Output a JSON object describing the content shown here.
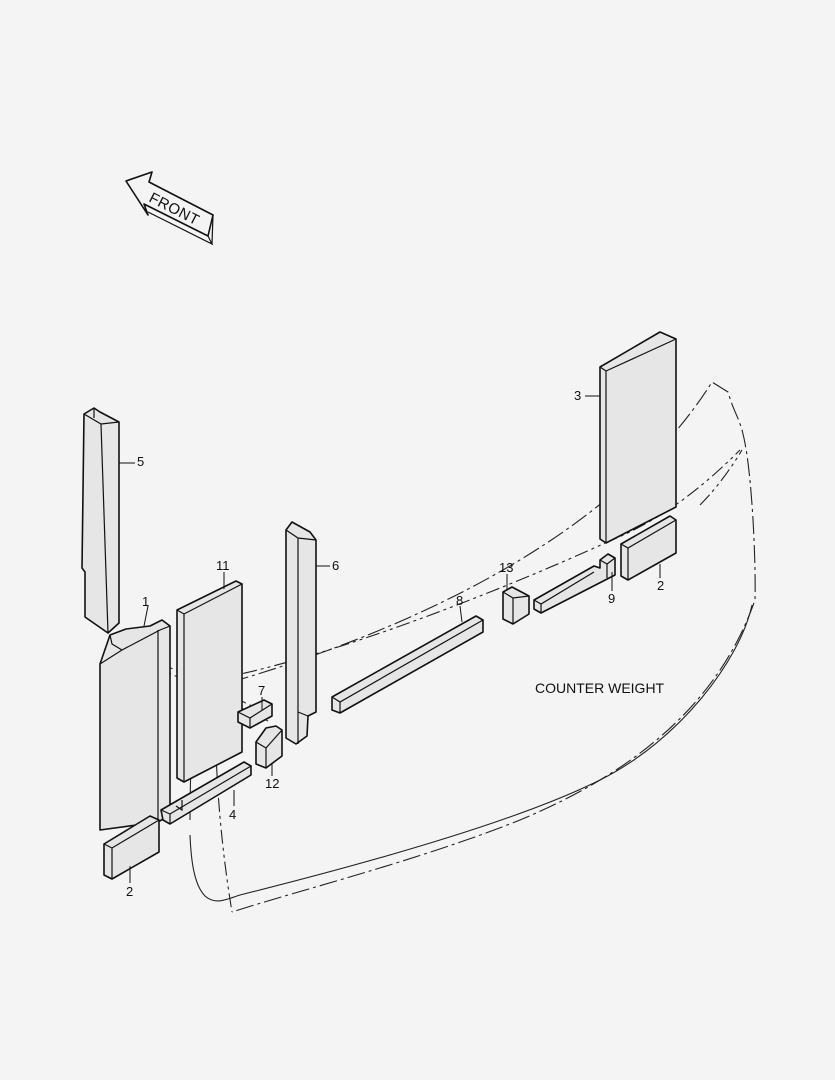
{
  "diagram": {
    "direction_label": "FRONT",
    "assembly_label": "COUNTER WEIGHT",
    "callouts": {
      "c1": "1",
      "c2a": "2",
      "c2b": "2",
      "c3": "3",
      "c4": "4",
      "c5": "5",
      "c6": "6",
      "c7": "7",
      "c8": "8",
      "c9": "9",
      "c11": "11",
      "c12": "12",
      "c13": "13"
    }
  }
}
